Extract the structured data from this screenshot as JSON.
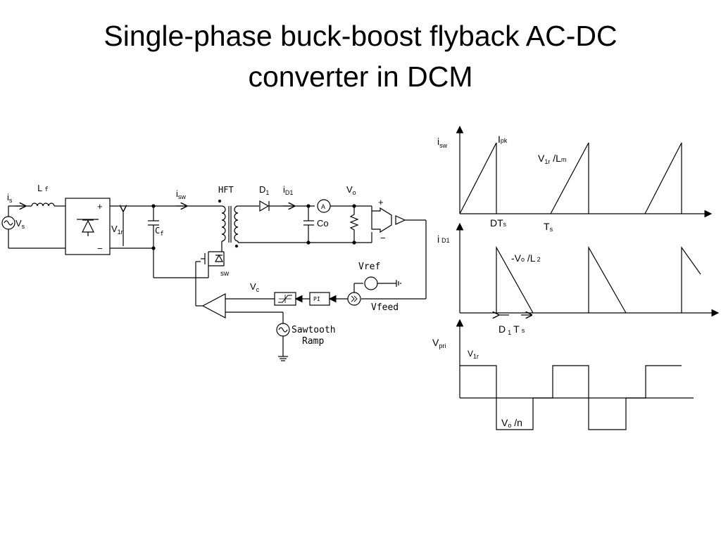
{
  "title": {
    "line1": "Single-phase buck-boost flyback AC-DC",
    "line2": "converter in DCM"
  },
  "circuit": {
    "i_s": "i",
    "i_s_sub": "s",
    "L_f": "L",
    "L_f_sub": "f",
    "V_s": "V",
    "V_s_sub": "s",
    "plus": "+",
    "minus": "−",
    "V_1r": "V",
    "V_1r_sub": "1r",
    "C_f": "C",
    "C_f_sub": "f",
    "i_sw": "i",
    "i_sw_sub": "sw",
    "HFT": "HFT",
    "D1": "D",
    "D1_sub": "1",
    "i_D1": "i",
    "i_D1_sub": "D1",
    "A": "A",
    "V_o": "V",
    "V_o_sub": "o",
    "Co": "Co",
    "sw": "sw",
    "V_c": "V",
    "V_c_sub": "c",
    "PI": "PI",
    "Vref": "Vref",
    "Vfeed": "Vfeed",
    "sawtooth": "Sawtooth",
    "ramp": "Ramp"
  },
  "waveforms": {
    "isw_axis": "i",
    "isw_axis_sub": "sw",
    "ipk": "I",
    "ipk_sub": "pk",
    "isw_slope": "V",
    "isw_slope_sub1": "1r",
    "isw_slope_mid": " /L",
    "isw_slope_sub2": "m",
    "DTs": "DT",
    "DTs_sub": "s",
    "Ts": "T",
    "Ts_sub": "s",
    "iD1_axis": "i",
    "iD1_axis_sub": "D1",
    "iD1_slope": "-V",
    "iD1_slope_sub1": "o",
    "iD1_slope_mid": " /L",
    "iD1_slope_sub2": "2",
    "D1Ts": "D",
    "D1Ts_sub1": "1",
    "D1Ts_mid": "T",
    "D1Ts_sub2": "s",
    "vpri_axis": "V",
    "vpri_axis_sub": "pri",
    "v1r": "V",
    "v1r_sub": "1r",
    "vo_n": "V",
    "vo_n_sub": "o",
    "vo_n_tail": " /n"
  }
}
